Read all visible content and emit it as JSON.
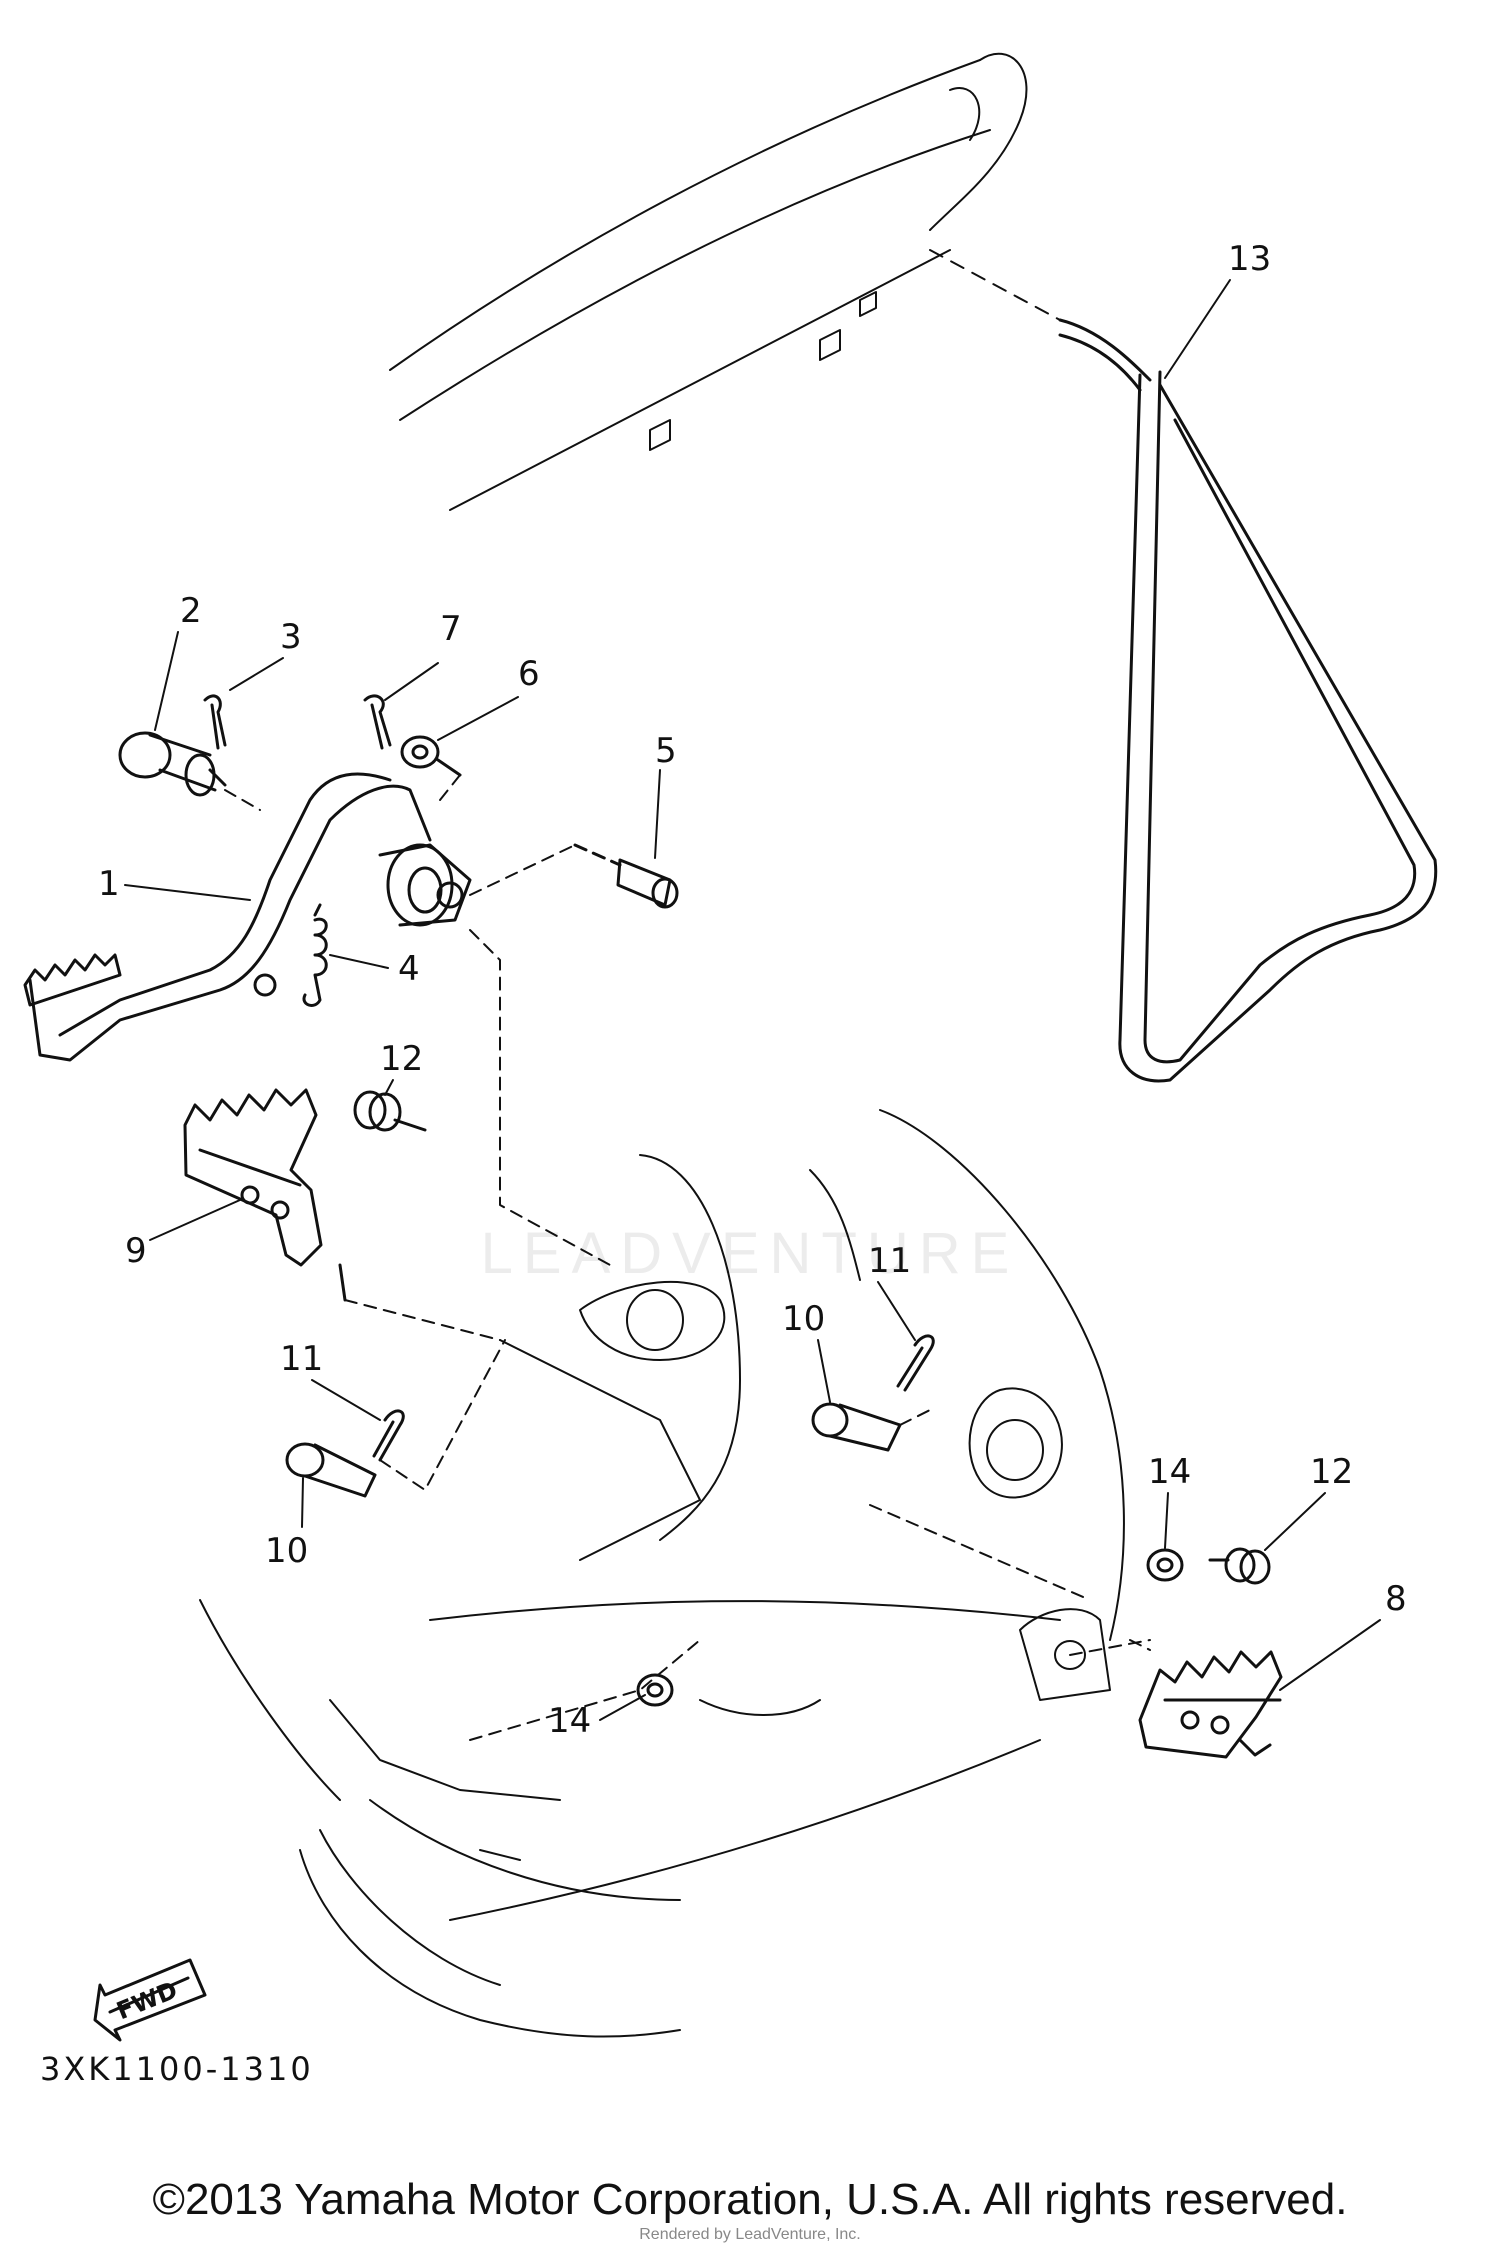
{
  "callouts": [
    {
      "id": "1",
      "label": "1"
    },
    {
      "id": "2",
      "label": "2"
    },
    {
      "id": "3",
      "label": "3"
    },
    {
      "id": "4",
      "label": "4"
    },
    {
      "id": "5",
      "label": "5"
    },
    {
      "id": "6",
      "label": "6"
    },
    {
      "id": "7",
      "label": "7"
    },
    {
      "id": "8",
      "label": "8"
    },
    {
      "id": "9",
      "label": "9"
    },
    {
      "id": "10a",
      "label": "10"
    },
    {
      "id": "10b",
      "label": "10"
    },
    {
      "id": "11a",
      "label": "11"
    },
    {
      "id": "11b",
      "label": "11"
    },
    {
      "id": "12a",
      "label": "12"
    },
    {
      "id": "12b",
      "label": "12"
    },
    {
      "id": "13",
      "label": "13"
    },
    {
      "id": "14a",
      "label": "14"
    },
    {
      "id": "14b",
      "label": "14"
    }
  ],
  "fwd_label": "FWD",
  "diagram_code": "3XK1100-1310",
  "copyright": "©2013 Yamaha Motor Corporation, U.S.A. All rights reserved.",
  "rendered_by": "Rendered by LeadVenture, Inc.",
  "watermark": "LEADVENTURE"
}
